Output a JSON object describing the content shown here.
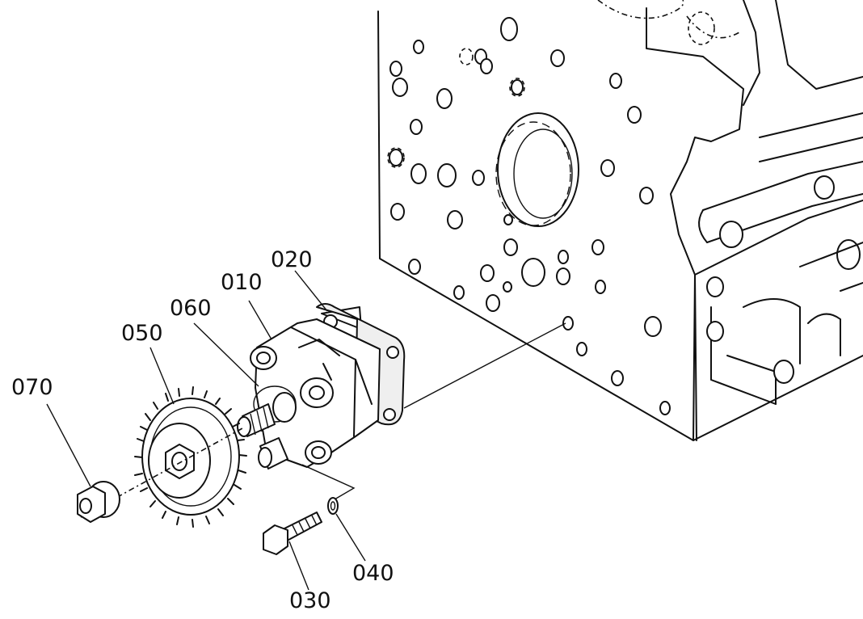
{
  "callouts": {
    "c010": "010",
    "c020": "020",
    "c030": "030",
    "c040": "040",
    "c050": "050",
    "c060": "060",
    "c070": "070"
  },
  "icons": {
    "engine_block": "engine-block-icon",
    "pump": "oil-pump-icon",
    "gasket": "gasket-icon",
    "gear": "gear-icon",
    "nut": "nut-icon",
    "bolt": "bolt-icon",
    "washer": "washer-icon"
  }
}
